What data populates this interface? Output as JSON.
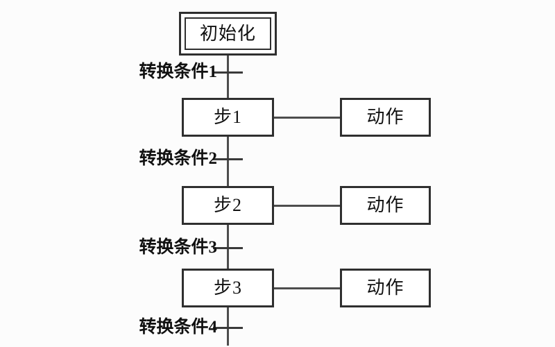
{
  "diagram": {
    "type": "sfc-flowchart",
    "init_step": {
      "label": "初始化"
    },
    "rows": [
      {
        "step": "步1",
        "action": "动作"
      },
      {
        "step": "步2",
        "action": "动作"
      },
      {
        "step": "步3",
        "action": "动作"
      }
    ],
    "transitions": [
      {
        "label": "转换条件1"
      },
      {
        "label": "转换条件2"
      },
      {
        "label": "转换条件3"
      },
      {
        "label": "转换条件4"
      }
    ],
    "colors": {
      "background": "#fcfcfc",
      "box_border": "#2f2f2f",
      "line": "#4d4d4d",
      "text": "#111111"
    }
  }
}
